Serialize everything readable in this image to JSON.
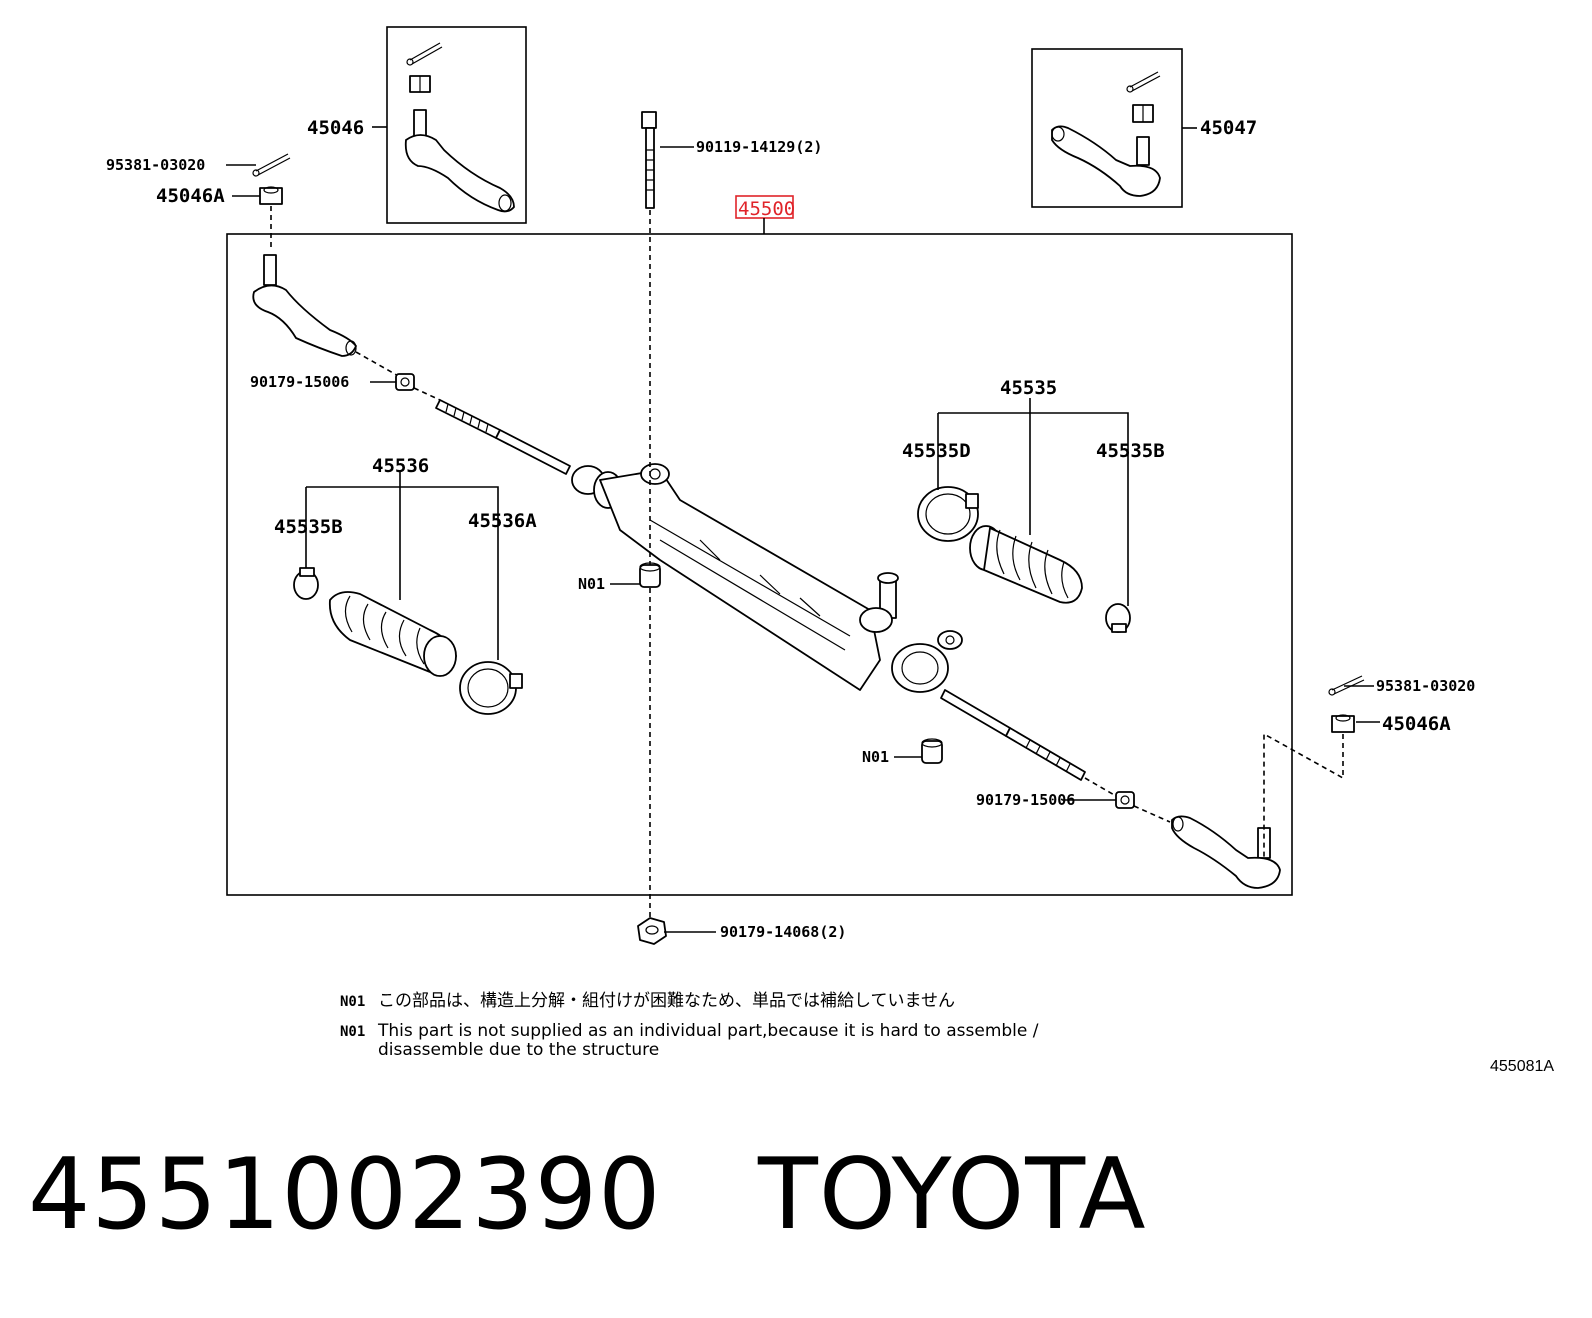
{
  "parts": {
    "rack": "45500",
    "tie_rod_end_lh": "45046",
    "tie_rod_end_rh": "45047",
    "cotter_pin": "95381-03020",
    "nut": "45046A",
    "bolt": "90119-14129(2)",
    "tie_rod_nut": "90179-15006",
    "bottom_nut": "90179-14068(2)",
    "boot_kit_rh": "45535",
    "boot_clamp_large": "45535D",
    "boot_clamp_small": "45535B",
    "boot_kit_lh": "45536",
    "boot_clamp_lh": "45536A",
    "not_supplied": "N01"
  },
  "notes": [
    {
      "tag": "N01",
      "text": "この部品は、構造上分解・組付けが困難なため、単品では補給していません"
    },
    {
      "tag": "N01",
      "text": "This part is not supplied as an individual part,because it is hard to assemble /"
    },
    {
      "tag": "",
      "text": "disassemble due to the structure"
    }
  ],
  "figure_code": "455081A",
  "caption": "4551002390   TOYOTA",
  "highlight_color": "#e0242a"
}
